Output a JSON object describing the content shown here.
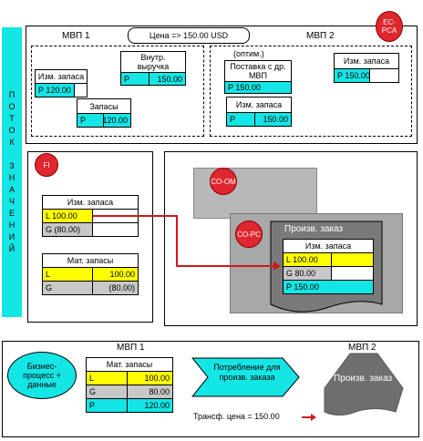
{
  "side_label": [
    "П",
    "О",
    "Т",
    "О",
    "К",
    "",
    "З",
    "Н",
    "А",
    "Ч",
    "Е",
    "Н",
    "И",
    "Й"
  ],
  "top": {
    "mvp1": "МВП 1",
    "mvp2": "МВП 2",
    "price": "Цена => 150.00 USD",
    "ecpca": "EC-PCA",
    "izm_left": {
      "title": "Изм. запаса",
      "value": "P 120.00"
    },
    "vnutr": {
      "title": "Внутр. выручка",
      "p": "P",
      "value": "150.00"
    },
    "zapasy": {
      "title": "Запасы",
      "p": "P",
      "value": "120.00"
    },
    "optim": "(оптим.)",
    "postavka": {
      "title": "Поставка с др. МВП",
      "value": "P 150.00"
    },
    "izm_mid": {
      "title": "Изм. запаса",
      "p": "P",
      "value": "150.00"
    },
    "izm_right": {
      "title": "Изм. запаса",
      "value": "P 150.00"
    }
  },
  "fi": {
    "badge": "FI",
    "izm": {
      "title": "Изм. запаса",
      "row1": "L 100.00",
      "row2": "G (80.00)"
    },
    "mat": {
      "title": "Мат. запасы",
      "r1_label": "L",
      "r1_value": "100.00",
      "r2_label": "G",
      "r2_value": "(80.00)"
    }
  },
  "co": {
    "com": "CO-OM",
    "copc": "CO-PC",
    "order_title": "Произв. заказ",
    "izm_title": "Изм. запаса",
    "r1": "L 100.00",
    "r2": "G 80.00",
    "r3": "P 150.00"
  },
  "bottom": {
    "process": "Бизнес-процесс + данные",
    "mvp1": "МВП 1",
    "mvp2": "МВП 2",
    "mat_title": "Мат. запасы",
    "rows": [
      {
        "label": "L",
        "value": "100.00"
      },
      {
        "label": "G",
        "value": "80.00"
      },
      {
        "label": "P",
        "value": "120.00"
      }
    ],
    "arrow": "Потребление для произв. заказа",
    "order": "Произв. заказ",
    "transfer": "Трансф. цена = 150.00"
  },
  "colors": {
    "cyan": "#14e5e5",
    "yellow": "#ffff00",
    "grey": "#c8c8c8",
    "red": "#e0262e"
  }
}
